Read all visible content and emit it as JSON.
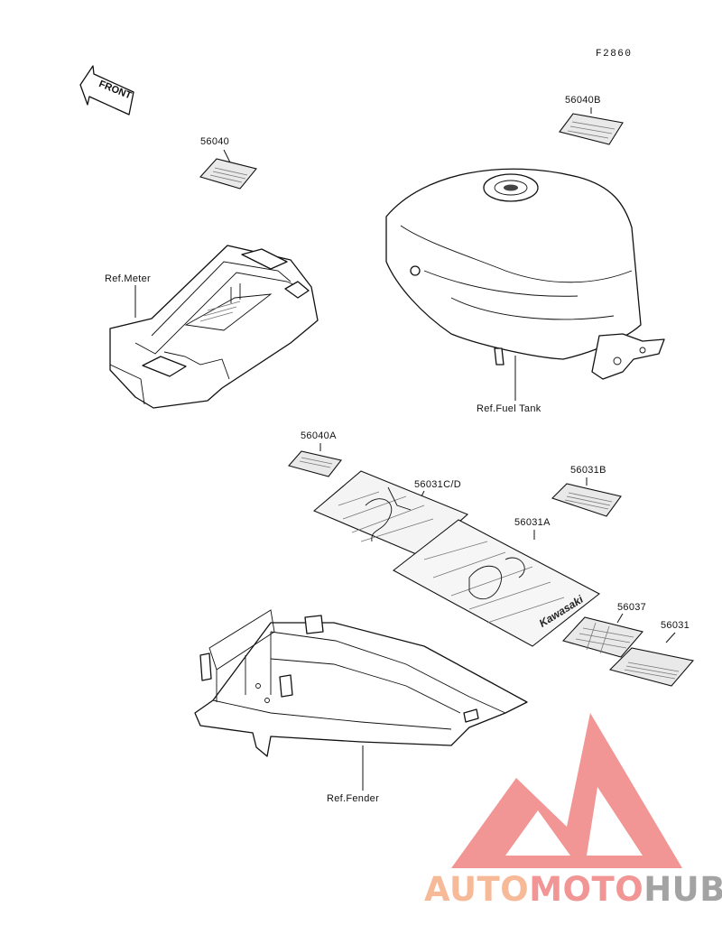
{
  "figure_code": "F2860",
  "front_arrow": "FRONT",
  "labels": {
    "p56040": "56040",
    "p56040B": "56040B",
    "ref_meter": "Ref.Meter",
    "ref_fuel_tank": "Ref.Fuel Tank",
    "p56040A": "56040A",
    "p56031CD": "56031C/D",
    "p56031B": "56031B",
    "p56031A": "56031A",
    "p56037": "56037",
    "p56031": "56031",
    "ref_fender": "Ref.Fender",
    "decal_brand": "Kawasaki"
  },
  "watermark": {
    "part1": "AUTO",
    "part2": "MOTO",
    "part3": "HUB",
    "color_accent": "#f7b38f",
    "color_main": "#f08a8a",
    "color_dark": "#9a9a9a"
  }
}
